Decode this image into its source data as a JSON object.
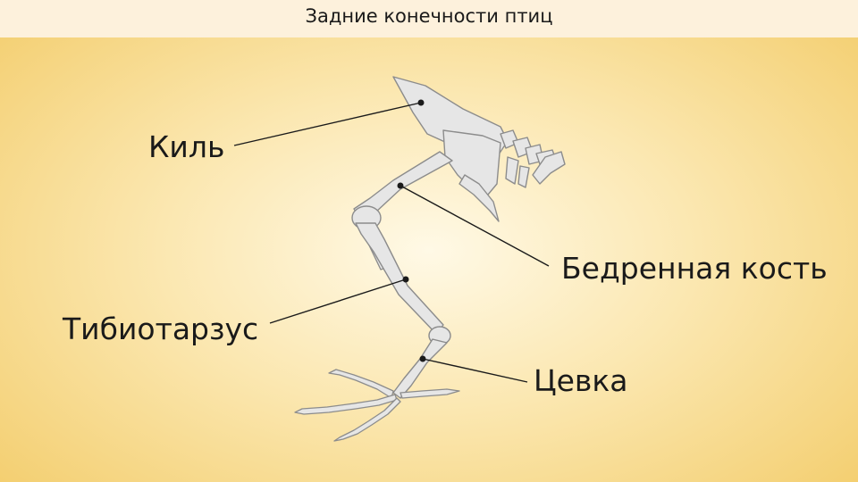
{
  "title": "Задние конечности птиц",
  "labels": {
    "keel": "Киль",
    "femur": "Бедренная кость",
    "tibiotarsus": "Тибиотарзус",
    "tarsometatarsus": "Цевка"
  },
  "colors": {
    "bone_fill": "#e6e6e6",
    "bone_stroke": "#8c8c8c",
    "leader_line": "#1a1a1a"
  }
}
